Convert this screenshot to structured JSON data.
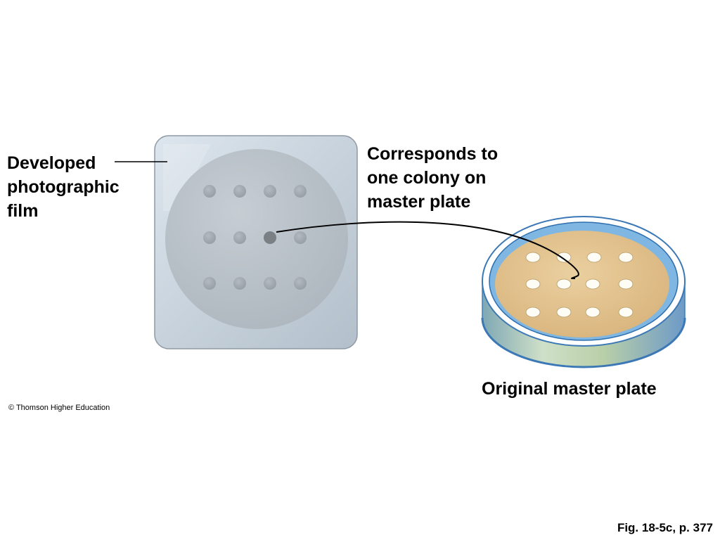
{
  "labels": {
    "film": "Developed photographic film",
    "corresponds": "Corresponds to one colony on master plate",
    "master_plate": "Original master plate"
  },
  "credit": "© Thomson Higher Education",
  "figure_ref": "Fig. 18-5c, p. 377",
  "colors": {
    "film_frame": "#c8d3dc",
    "film_disc": "#b7c0c8",
    "film_spot": "#9fa7af",
    "film_spot_highlight": "#7b8085",
    "agar": "#e3c38e",
    "plate_rim": "#5aa3d9",
    "colony": "#fdfdf6"
  },
  "film_spots_highlighted": "row 2, column 3"
}
